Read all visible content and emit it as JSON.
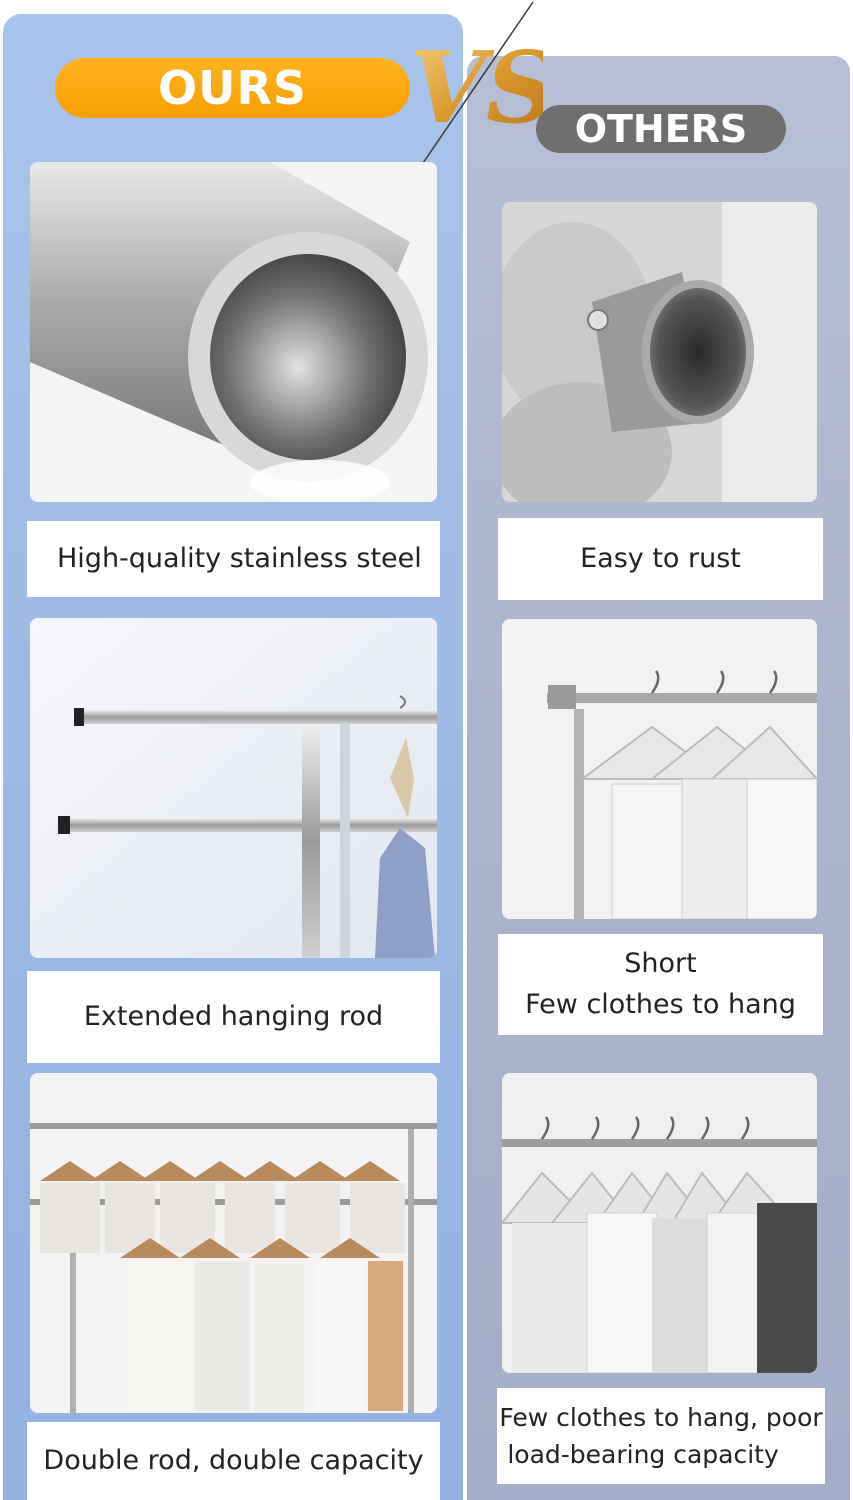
{
  "header": {
    "ours_label": "OURS",
    "vs_label": "VS",
    "others_label": "OTHERS"
  },
  "colors": {
    "ours_panel": "#9fbbe6",
    "others_panel": "#aab4cc",
    "ours_pill": "#f79e00",
    "others_pill": "#6f6f70",
    "vs_gold": "#e2a22a"
  },
  "ours": [
    {
      "image": "stainless-steel-tube-photo",
      "caption": "High-quality stainless steel"
    },
    {
      "image": "extended-hanging-rod-photo",
      "caption": "Extended hanging rod"
    },
    {
      "image": "double-rod-clothes-rack-photo",
      "caption": "Double rod, double capacity"
    }
  ],
  "others": [
    {
      "image": "rusty-tube-end-photo",
      "caption": "Easy to rust"
    },
    {
      "image": "short-rod-rack-photo",
      "caption_line1": "Short",
      "caption_line2": "Few clothes to hang"
    },
    {
      "image": "single-rod-rack-photo",
      "caption_line1": "Few clothes to hang, poor",
      "caption_line2": "load-bearing capacity"
    }
  ]
}
